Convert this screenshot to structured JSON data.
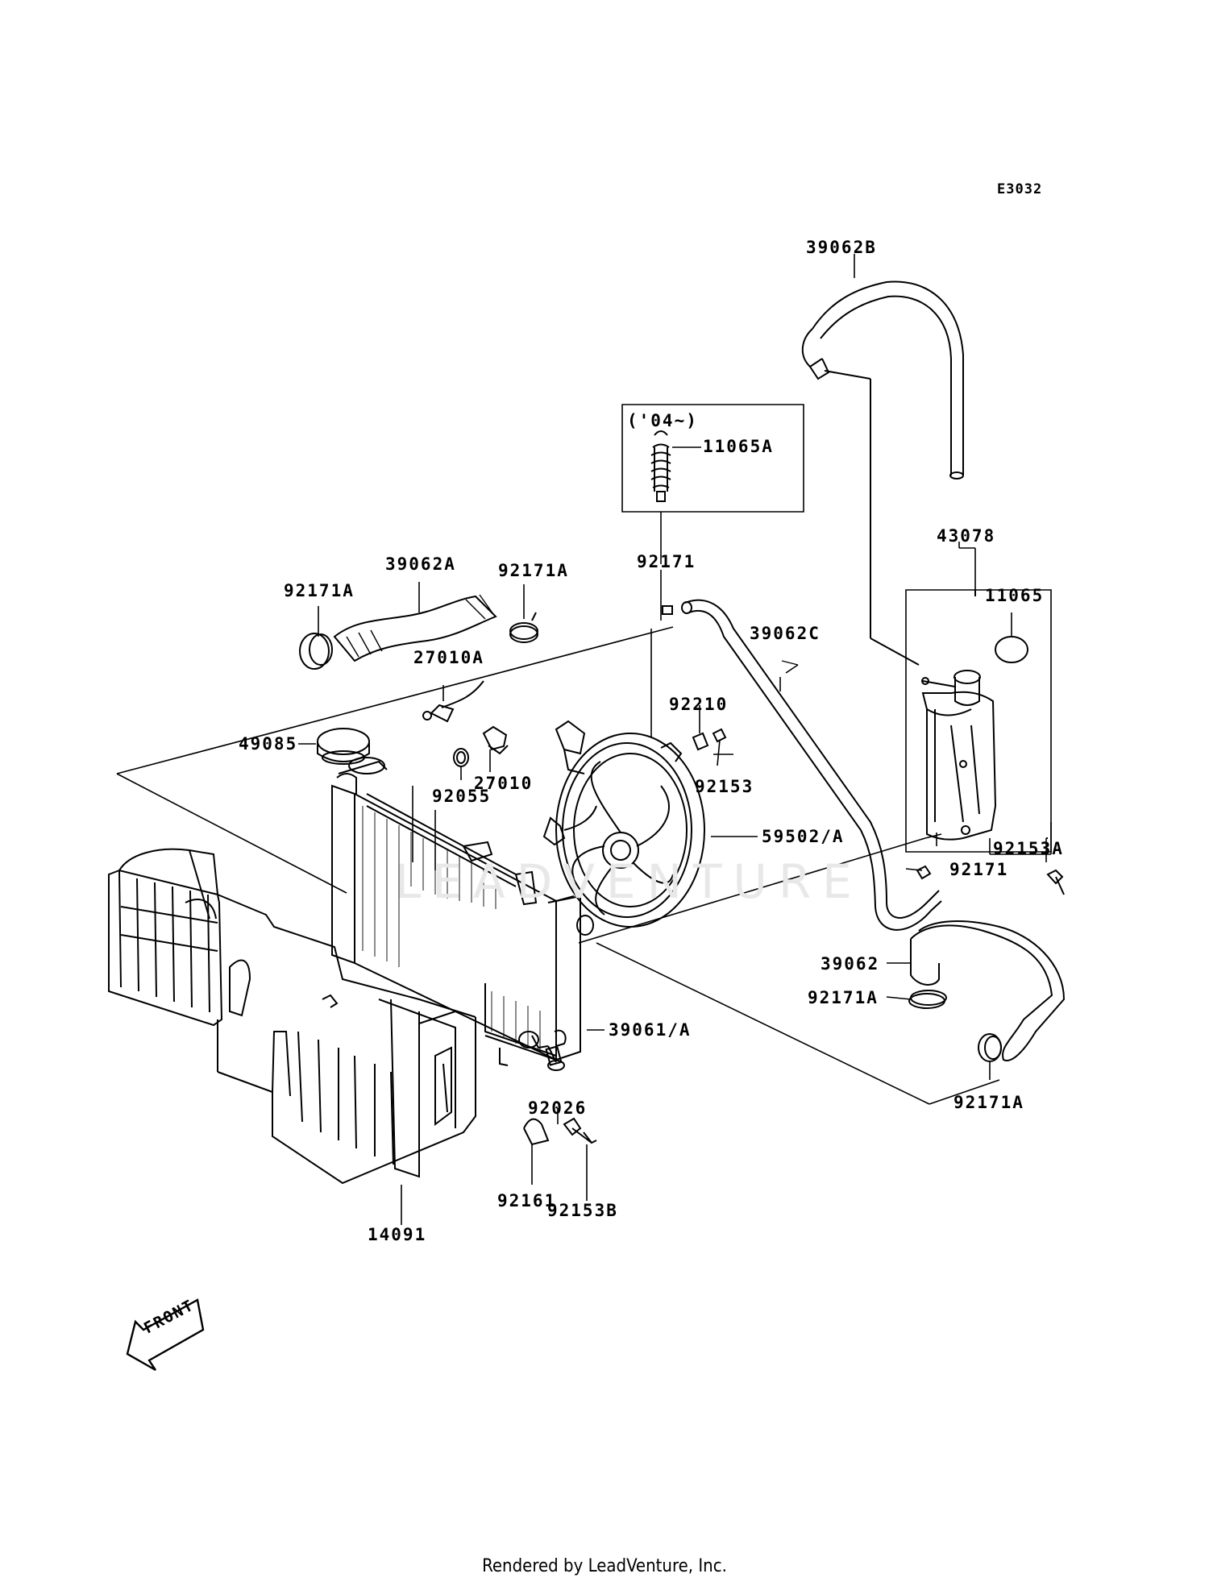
{
  "diagram_code": "E3032",
  "watermark": "LEADVENTURE",
  "footer": "Rendered by LeadVenture, Inc.",
  "front_arrow": {
    "label": "FRONT",
    "icon": "front-arrow-icon"
  },
  "inset_box": {
    "label": "('04~)"
  },
  "parts": [
    {
      "id": "39062B",
      "label": "39062B"
    },
    {
      "id": "11065A",
      "label": "11065A"
    },
    {
      "id": "92171-top",
      "label": "92171"
    },
    {
      "id": "43078",
      "label": "43078"
    },
    {
      "id": "11065",
      "label": "11065"
    },
    {
      "id": "39062A",
      "label": "39062A"
    },
    {
      "id": "92171A-top-right",
      "label": "92171A"
    },
    {
      "id": "92171A-top-left",
      "label": "92171A"
    },
    {
      "id": "39062C",
      "label": "39062C"
    },
    {
      "id": "27010A",
      "label": "27010A"
    },
    {
      "id": "92210",
      "label": "92210"
    },
    {
      "id": "49085",
      "label": "49085"
    },
    {
      "id": "92153",
      "label": "92153"
    },
    {
      "id": "27010",
      "label": "27010"
    },
    {
      "id": "92055",
      "label": "92055"
    },
    {
      "id": "59502A",
      "label": "59502/A"
    },
    {
      "id": "92153A",
      "label": "92153A"
    },
    {
      "id": "92171-right",
      "label": "92171"
    },
    {
      "id": "39062",
      "label": "39062"
    },
    {
      "id": "92171A-mid",
      "label": "92171A"
    },
    {
      "id": "39061A",
      "label": "39061/A"
    },
    {
      "id": "92026",
      "label": "92026"
    },
    {
      "id": "92171A-bottom",
      "label": "92171A"
    },
    {
      "id": "92161",
      "label": "92161"
    },
    {
      "id": "92153B",
      "label": "92153B"
    },
    {
      "id": "14091",
      "label": "14091"
    }
  ]
}
